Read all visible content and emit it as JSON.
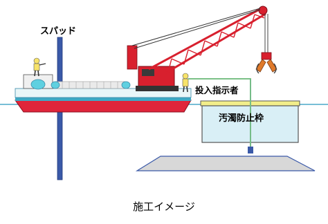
{
  "labels": {
    "spud": "スパッド",
    "instructor": "投入指示者",
    "silt_curtain": "汚濁防止枠",
    "caption": "施工イメージ"
  },
  "colors": {
    "crane": "#d8202e",
    "hull": "#e0253a",
    "deck_band": "#5fd0e0",
    "hull_stripe": "#3da9c4",
    "water": "#4aa8c8",
    "spud_pole": "#3a59a8",
    "frame_fill": "#d9eff6",
    "frame_stroke": "#555555",
    "mound": "#d8d8d8",
    "instruction_line": "#8fd27a"
  }
}
